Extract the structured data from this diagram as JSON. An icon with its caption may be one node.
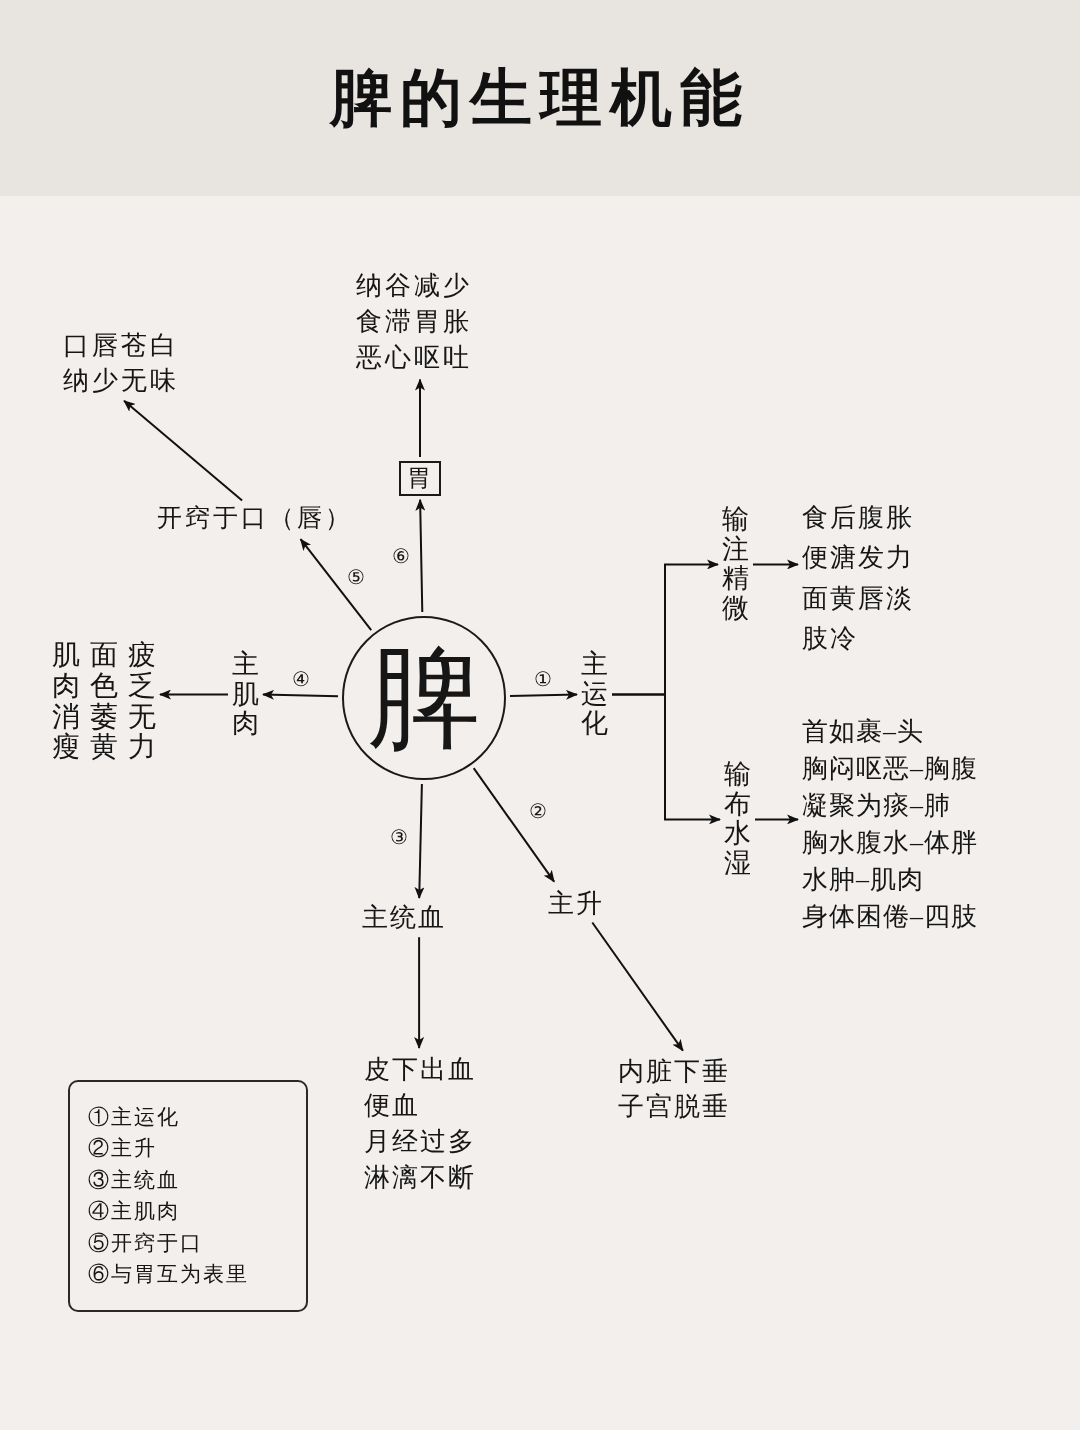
{
  "diagram": {
    "title": "脾的生理机能",
    "nodes": [
      {
        "text": [
          "脾"
        ]
      },
      {
        "text": [
          "主运化"
        ]
      },
      {
        "text": [
          "输注精微"
        ]
      },
      {
        "text": [
          "食后腹胀",
          "便溏发力",
          "面黄唇淡",
          "肢冷"
        ]
      },
      {
        "text": [
          "输布水湿"
        ]
      },
      {
        "text": [
          "首如裹–头",
          "胸闷呕恶–胸腹",
          "凝聚为痰–肺",
          "胸水腹水–体胖",
          "水肿–肌肉",
          "身体困倦–四肢"
        ]
      },
      {
        "text": [
          "主升"
        ]
      },
      {
        "text": [
          "内脏下垂",
          "子宫脱垂"
        ]
      },
      {
        "text": [
          "主统血"
        ]
      },
      {
        "text": [
          "皮下出血",
          "便血",
          "月经过多",
          "淋漓不断"
        ]
      },
      {
        "text": [
          "主肌肉"
        ]
      },
      {
        "text": [
          "肌肉消瘦",
          "面色萎黄",
          "疲乏无力"
        ]
      },
      {
        "text": [
          "开窍于口（唇）"
        ]
      },
      {
        "text": [
          "口唇苍白",
          "纳少无味"
        ]
      },
      {
        "text": [
          "胃"
        ]
      },
      {
        "text": [
          "纳谷减少",
          "食滞胃胀",
          "恶心呕吐"
        ]
      },
      {
        "text": [
          "①主运化",
          "②主升",
          "③主统血",
          "④主肌肉",
          "⑤开窍于口",
          "⑥与胃互为表里"
        ]
      }
    ],
    "edges": [
      {
        "from": 0,
        "to": 1,
        "arrow": "to",
        "label": "①"
      },
      {
        "from": 1,
        "to": 2,
        "arrow": "to"
      },
      {
        "from": 1,
        "to": 4,
        "arrow": "to"
      },
      {
        "from": 2,
        "to": 3,
        "arrow": "to"
      },
      {
        "from": 4,
        "to": 5,
        "arrow": "to"
      },
      {
        "from": 0,
        "to": 6,
        "arrow": "to",
        "label": "②"
      },
      {
        "from": 6,
        "to": 7,
        "arrow": "to"
      },
      {
        "from": 0,
        "to": 8,
        "arrow": "to",
        "label": "③"
      },
      {
        "from": 8,
        "to": 9,
        "arrow": "to"
      },
      {
        "from": 0,
        "to": 10,
        "arrow": "to",
        "label": "④"
      },
      {
        "from": 10,
        "to": 11,
        "arrow": "to"
      },
      {
        "from": 0,
        "to": 12,
        "arrow": "to",
        "label": "⑤"
      },
      {
        "from": 12,
        "to": 13,
        "arrow": "to"
      },
      {
        "from": 0,
        "to": 14,
        "arrow": "to",
        "label": "⑥"
      },
      {
        "from": 14,
        "to": 15,
        "arrow": "to"
      }
    ]
  }
}
